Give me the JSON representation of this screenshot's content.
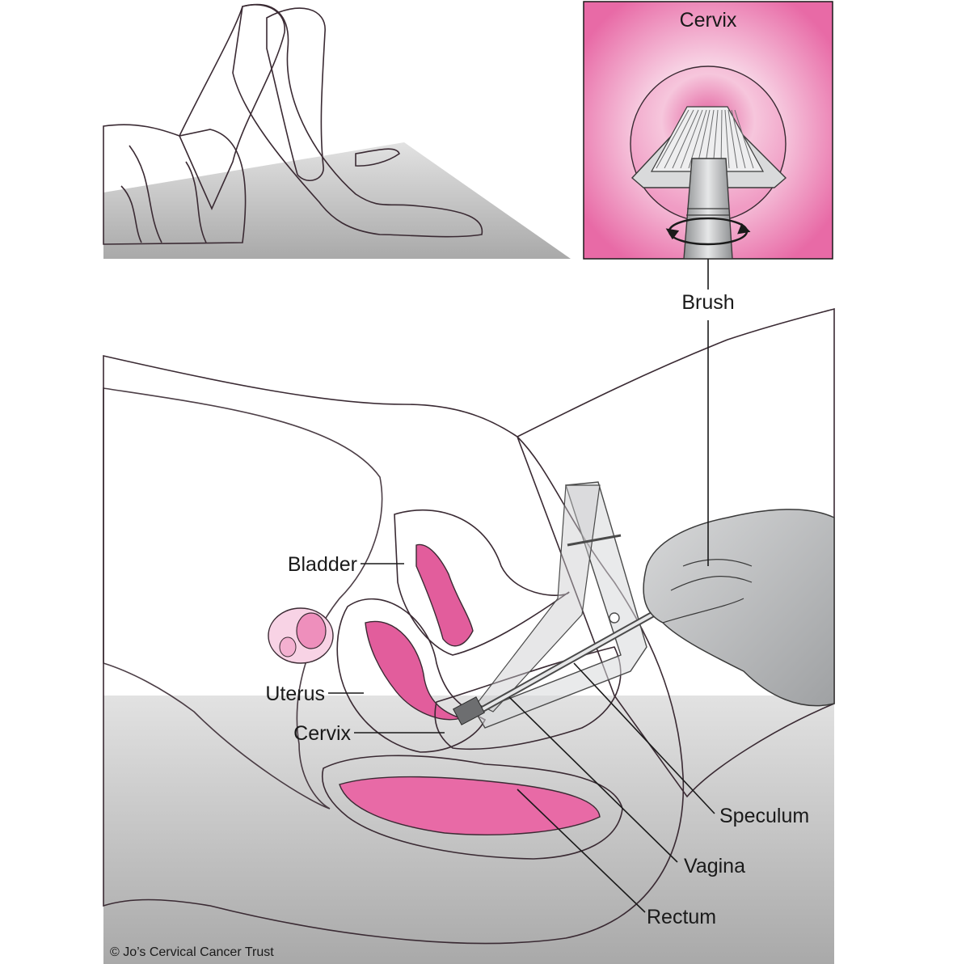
{
  "inset_title": "Cervix",
  "labels": {
    "brush": "Brush",
    "bladder": "Bladder",
    "uterus": "Uterus",
    "cervix": "Cervix",
    "speculum": "Speculum",
    "vagina": "Vagina",
    "rectum": "Rectum"
  },
  "copyright": "© Jo’s Cervical Cancer Trust",
  "colors": {
    "tissue_light": "#f7cfe2",
    "tissue_mid": "#f09cc4",
    "tissue_deep": "#e25d9c",
    "floor_gray": "#b9b9b9",
    "instrument_gray": "#a7a9ab",
    "outline": "#3a2a33"
  }
}
